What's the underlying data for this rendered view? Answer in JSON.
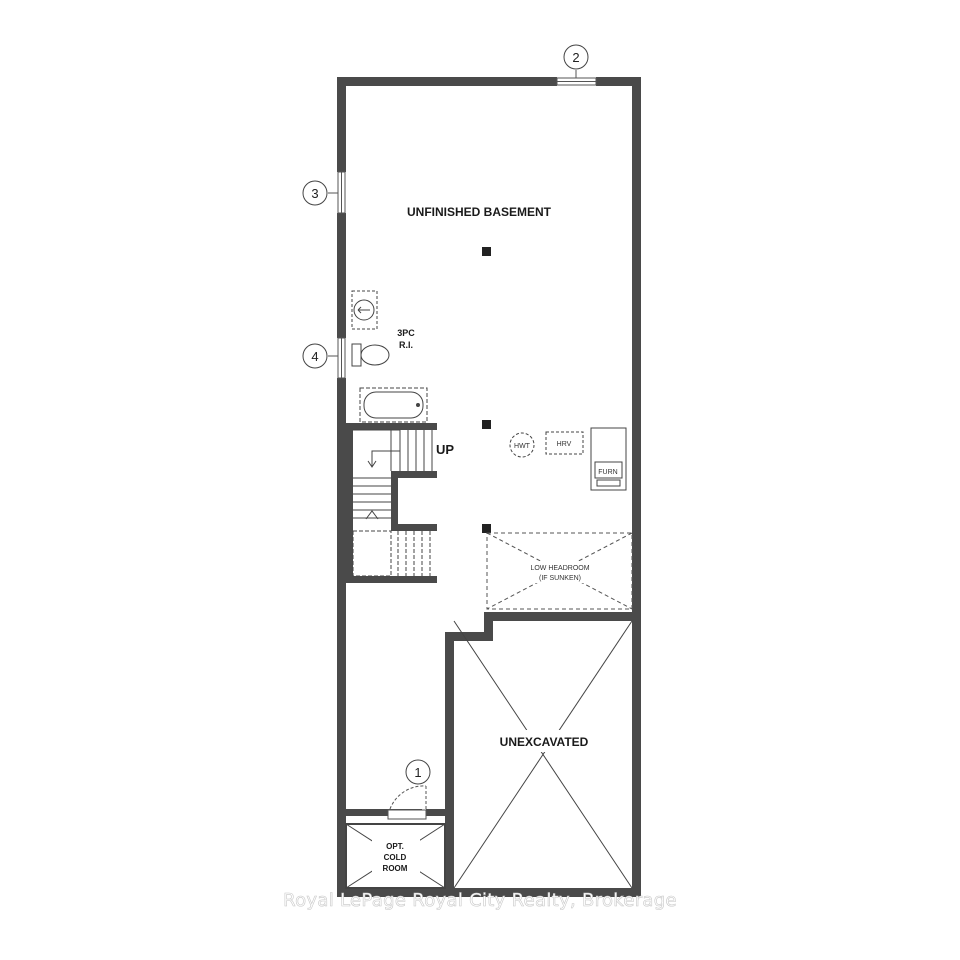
{
  "rooms": {
    "unfinished_basement": "UNFINISHED BASEMENT",
    "bath_rough_in_line1": "3PC",
    "bath_rough_in_line2": "R.I.",
    "stair_up": "UP",
    "hot_water_tank": "HWT",
    "hrv": "HRV",
    "furnace": "FURN",
    "low_headroom_line1": "LOW HEADROOM",
    "low_headroom_line2": "(IF SUNKEN)",
    "unexcavated": "UNEXCAVATED",
    "cold_room_line1": "OPT.",
    "cold_room_line2": "COLD",
    "cold_room_line3": "ROOM"
  },
  "callouts": [
    "1",
    "2",
    "3",
    "4"
  ],
  "watermark": "Royal LePage Royal City Realty, Brokerage",
  "colors": {
    "wall": "#4a4a4a",
    "line": "#333333",
    "watermark_text": "#ffffff"
  }
}
